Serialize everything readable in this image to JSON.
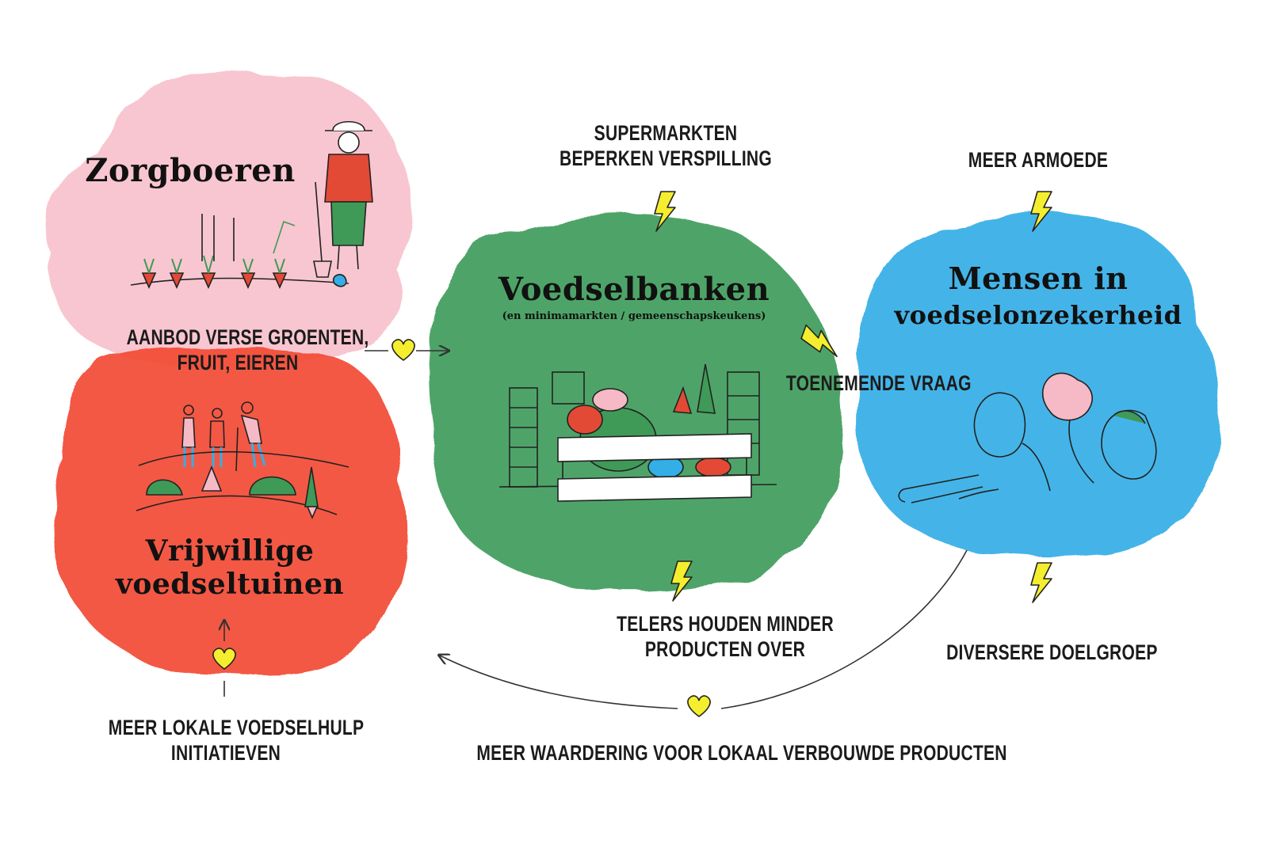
{
  "colors": {
    "zorgboeren": "#f6b9c6",
    "voedseltuinen": "#f24a34",
    "voedselbanken": "#3a9a58",
    "mensen": "#34aee6",
    "heart": "#f5ee2e",
    "bolt": "#f5ee2e"
  },
  "nodes": {
    "zorgboeren": {
      "title": "Zorgboeren"
    },
    "voedseltuinen": {
      "title_line1": "Vrijwillige",
      "title_line2": "voedseltuinen"
    },
    "voedselbanken": {
      "title": "Voedselbanken",
      "subtitle": "(en minimamarkten / gemeenschapskeukens)"
    },
    "mensen": {
      "title_line1": "Mensen in",
      "title_line2": "voedselonzekerheid"
    }
  },
  "labels": {
    "aanbod_line1": "AANBOD VERSE GROENTEN,",
    "aanbod_line2": "FRUIT, EIEREN",
    "supermarkten_line1": "SUPERMARKTEN",
    "supermarkten_line2": "BEPERKEN VERSPILLING",
    "armoede": "MEER ARMOEDE",
    "vraag": "TOENEMENDE VRAAG",
    "telers_line1": "TELERS HOUDEN MINDER",
    "telers_line2": "PRODUCTEN OVER",
    "doelgroep": "DIVERSERE DOELGROEP",
    "lokaal_line1": "MEER LOKALE VOEDSELHULP",
    "lokaal_line2": "INITIATIEVEN",
    "waardering": "MEER WAARDERING VOOR LOKAAL VERBOUWDE PRODUCTEN"
  },
  "icons": {
    "heart": "heart-icon",
    "bolt": "lightning-bolt-icon",
    "farmer": "farmer-illustration",
    "garden": "garden-illustration",
    "crate": "vegetable-crate-illustration",
    "people": "people-illustration"
  }
}
